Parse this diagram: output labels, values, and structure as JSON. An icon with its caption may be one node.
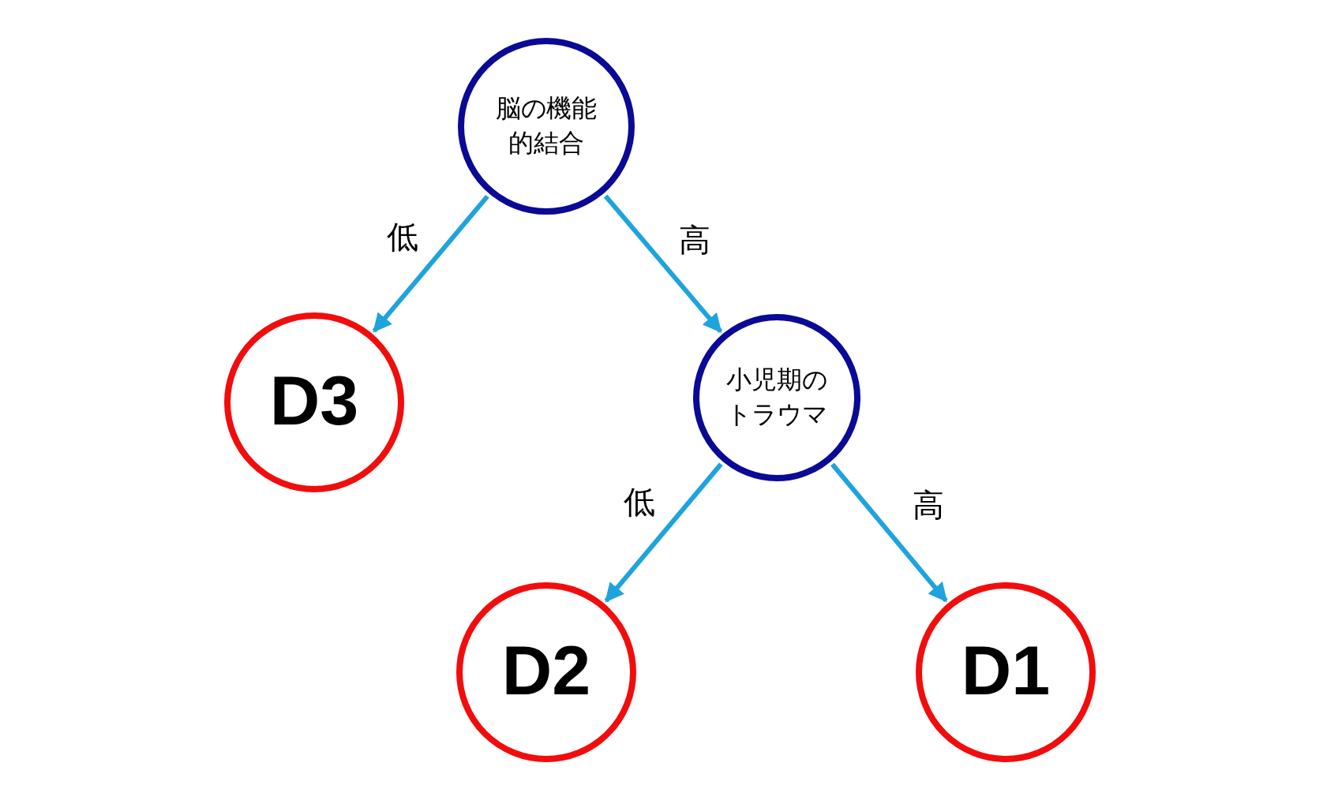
{
  "diagram": {
    "nodes": [
      {
        "text": [
          "脳の機能的結合"
        ]
      },
      {
        "text": [
          "D3"
        ]
      },
      {
        "text": [
          "小児期のトラウマ"
        ]
      },
      {
        "text": [
          "D2"
        ]
      },
      {
        "text": [
          "D1"
        ]
      }
    ],
    "edges": [
      {
        "from": 0,
        "to": 1,
        "arrow": "to",
        "label": "低"
      },
      {
        "from": 0,
        "to": 2,
        "arrow": "to",
        "label": "高"
      },
      {
        "from": 2,
        "to": 3,
        "arrow": "to",
        "label": "低"
      },
      {
        "from": 2,
        "to": 4,
        "arrow": "to",
        "label": "高"
      }
    ]
  }
}
